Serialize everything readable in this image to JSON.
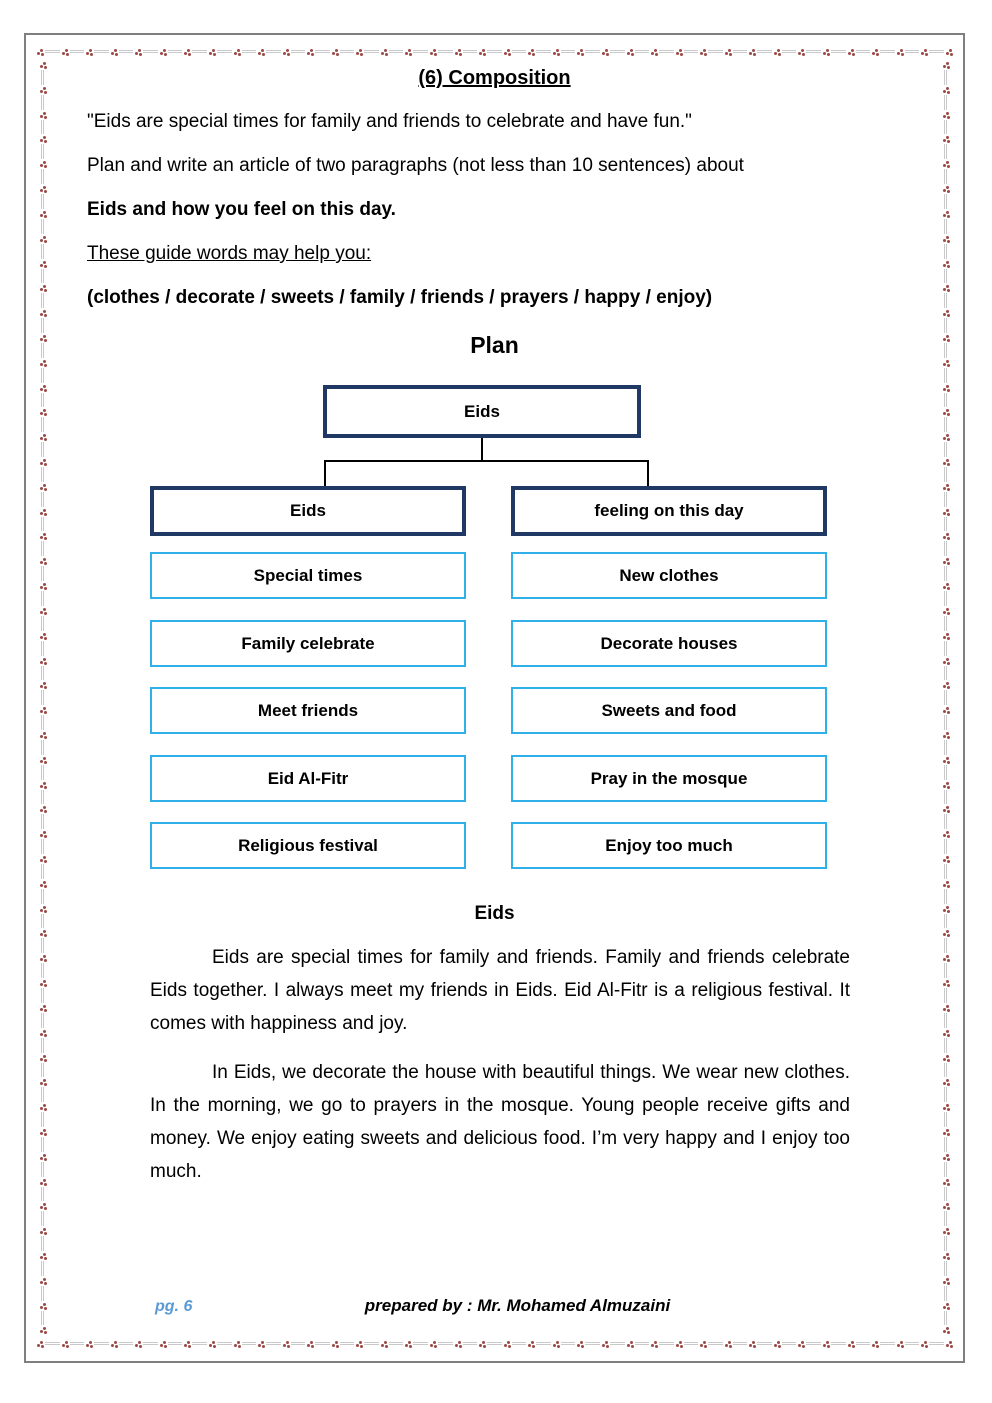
{
  "page": {
    "title": "(6) Composition",
    "intro": {
      "quote": "\"Eids are special times for family and friends to celebrate and have fun.\"",
      "task_line": "Plan and write an article of two paragraphs (not less than 10 sentences) about",
      "task_bold": "Eids and how you feel on this day.",
      "guide_heading": "These guide words may help you:",
      "guide_words": "(clothes / decorate / sweets / family / friends / prayers / happy / enjoy)"
    },
    "plan": {
      "heading": "Plan",
      "root": "Eids",
      "columns": [
        {
          "header": "Eids",
          "items": [
            "Special times",
            "Family celebrate",
            "Meet friends",
            "Eid Al-Fitr",
            "Religious festival"
          ]
        },
        {
          "header": "feeling on this day",
          "items": [
            "New clothes",
            "Decorate houses",
            "Sweets and food",
            "Pray in the mosque",
            "Enjoy too much"
          ]
        }
      ]
    },
    "essay": {
      "title": "Eids",
      "paragraph1": "Eids are special times for family and friends. Family and friends celebrate Eids together. I always meet my friends in Eids. Eid Al-Fitr is a religious festival. It comes with happiness and joy.",
      "paragraph2": "In Eids, we decorate the house with beautiful things. We wear new clothes. In the morning, we go to prayers in the mosque. Young people receive gifts and money. We enjoy eating sweets and delicious food. I’m very happy and I enjoy too much."
    },
    "footer": {
      "page_number": "pg. 6",
      "prepared_by": "prepared by : Mr. Mohamed Almuzaini"
    },
    "colors": {
      "navy_box_border": "#1f3864",
      "light_blue_box_border": "#2fb0e8",
      "page_number_blue": "#5b9bd5",
      "art_border_motif_red": "#9c4a46",
      "art_border_line_gray": "#c9c9c9",
      "outer_frame_gray": "#7f7f7f"
    }
  }
}
